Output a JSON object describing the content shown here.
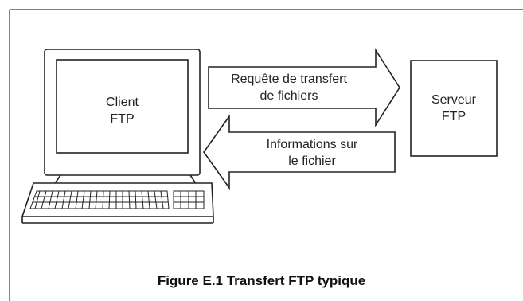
{
  "diagram": {
    "client_label": [
      "Client",
      "FTP"
    ],
    "server_label": [
      "Serveur",
      "FTP"
    ],
    "request_arrow_label": [
      "Requête de transfert",
      "de fichiers"
    ],
    "response_arrow_label": [
      "Informations sur",
      "le fichier"
    ],
    "caption": "Figure E.1 Transfert FTP typique"
  }
}
